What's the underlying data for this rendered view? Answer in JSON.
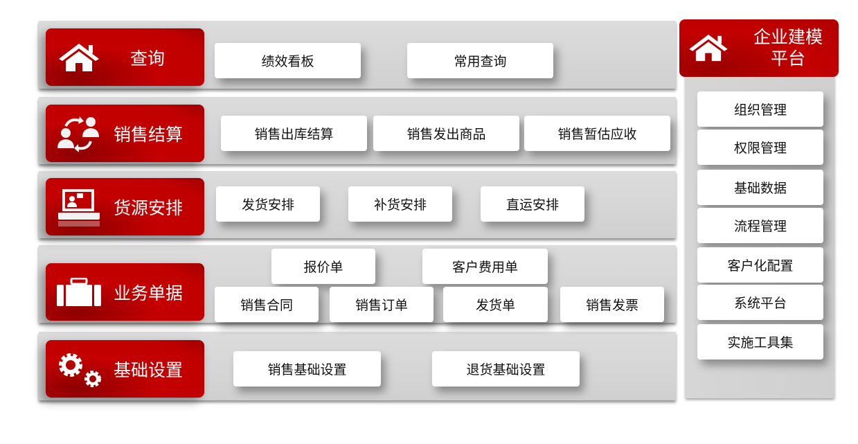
{
  "rows": [
    {
      "title": "查询",
      "icon": "house-icon",
      "buttons": [
        "绩效看板",
        "常用查询"
      ]
    },
    {
      "title": "销售结算",
      "icon": "people-exchange-icon",
      "buttons": [
        "销售出库结算",
        "销售发出商品",
        "销售暂估应收"
      ]
    },
    {
      "title": "货源安排",
      "icon": "laptop-contact-icon",
      "buttons": [
        "发货安排",
        "补货安排",
        "直运安排"
      ]
    },
    {
      "title": "业务单据",
      "icon": "briefcase-icon",
      "buttons": [
        "报价单",
        "客户费用单",
        "销售合同",
        "销售订单",
        "发货单",
        "销售发票"
      ]
    },
    {
      "title": "基础设置",
      "icon": "gears-icon",
      "buttons": [
        "销售基础设置",
        "退货基础设置"
      ]
    }
  ],
  "platform": {
    "title_line1": "企业建模",
    "title_line2": "平台",
    "icon": "house-icon",
    "items": [
      "组织管理",
      "权限管理",
      "基础数据",
      "流程管理",
      "客户化配置",
      "系统平台",
      "实施工具集"
    ]
  },
  "colors": {
    "accent": "#c00000",
    "panel": "#d6d6d6"
  }
}
